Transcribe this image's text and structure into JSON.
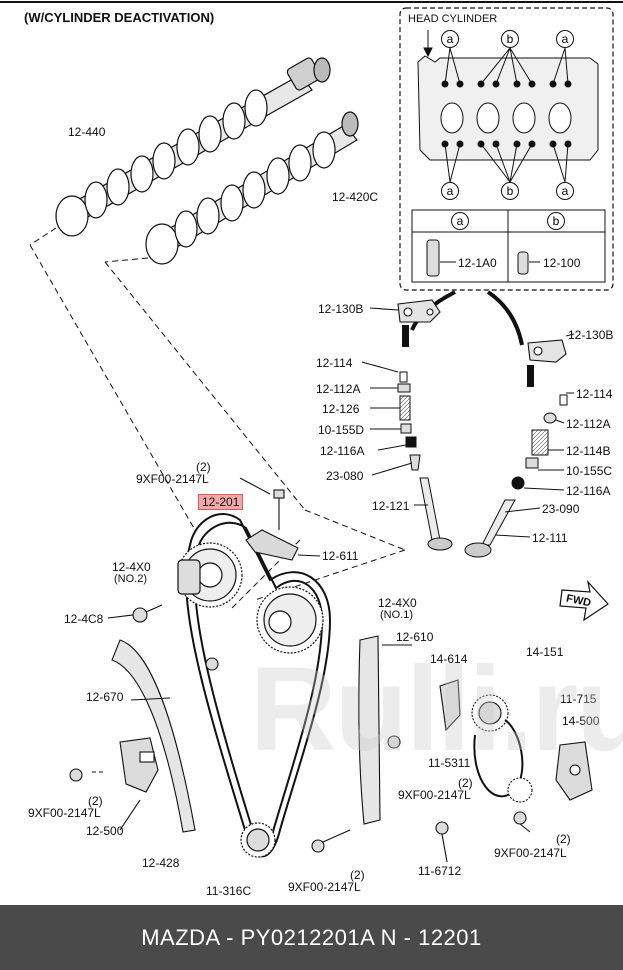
{
  "title": "(W/CYLINDER DEACTIVATION)",
  "head_cylinder": {
    "label": "HEAD CYLINDER",
    "circle_a": "a",
    "circle_b": "b",
    "legend": [
      {
        "key": "a",
        "part": "12-1A0"
      },
      {
        "key": "b",
        "part": "12-100"
      }
    ]
  },
  "parts": {
    "p_12_440": "12-440",
    "p_12_420c": "12-420C",
    "p_12_130b_l": "12-130B",
    "p_12_130b_r": "12-130B",
    "p_12_114_l": "12-114",
    "p_12_112a_l": "12-112A",
    "p_12_126": "12-126",
    "p_10_155d": "10-155D",
    "p_12_116a_l": "12-116A",
    "p_23_080": "23-080",
    "p_12_121": "12-121",
    "p_12_114_r": "12-114",
    "p_12_112a_r": "12-112A",
    "p_12_114b": "12-114B",
    "p_10_155c": "10-155C",
    "p_12_116a_r": "12-116A",
    "p_23_090": "23-090",
    "p_12_111": "12-111",
    "p_9xf_qty1": "(2)",
    "p_9xf_1": "9XF00-2147L",
    "p_12_201": "12-201",
    "p_12_611": "12-611",
    "p_12_4x0_2": "12-4X0",
    "p_no2": "(NO.2)",
    "p_12_4x0_1": "12-4X0",
    "p_no1": "(NO.1)",
    "p_12_4c8": "12-4C8",
    "p_12_670": "12-670",
    "p_12_610": "12-610",
    "p_14_614": "14-614",
    "p_14_151": "14-151",
    "p_11_715": "11-715",
    "p_14_500": "14-500",
    "p_11_5311": "11-5311",
    "p_9xf_qty2": "(2)",
    "p_9xf_2": "9XF00-2147L",
    "p_9xf_qty3": "(2)",
    "p_9xf_3": "9XF00-2147L",
    "p_12_500": "12-500",
    "p_12_428": "12-428",
    "p_11_316c": "11-316C",
    "p_9xf_qty4": "(2)",
    "p_9xf_4": "9XF00-2147L",
    "p_11_6712": "11-6712",
    "p_9xf_qty5": "(2)",
    "p_9xf_5": "9XF00-2147L"
  },
  "fwd_label": "FWD",
  "watermark": "Rulli.ru",
  "footer": "MAZDA - PY0212201A    N - 12201",
  "colors": {
    "highlight": "#f4a7a7",
    "footer_bg": "#4a4a4a",
    "footer_text": "#ffffff"
  }
}
